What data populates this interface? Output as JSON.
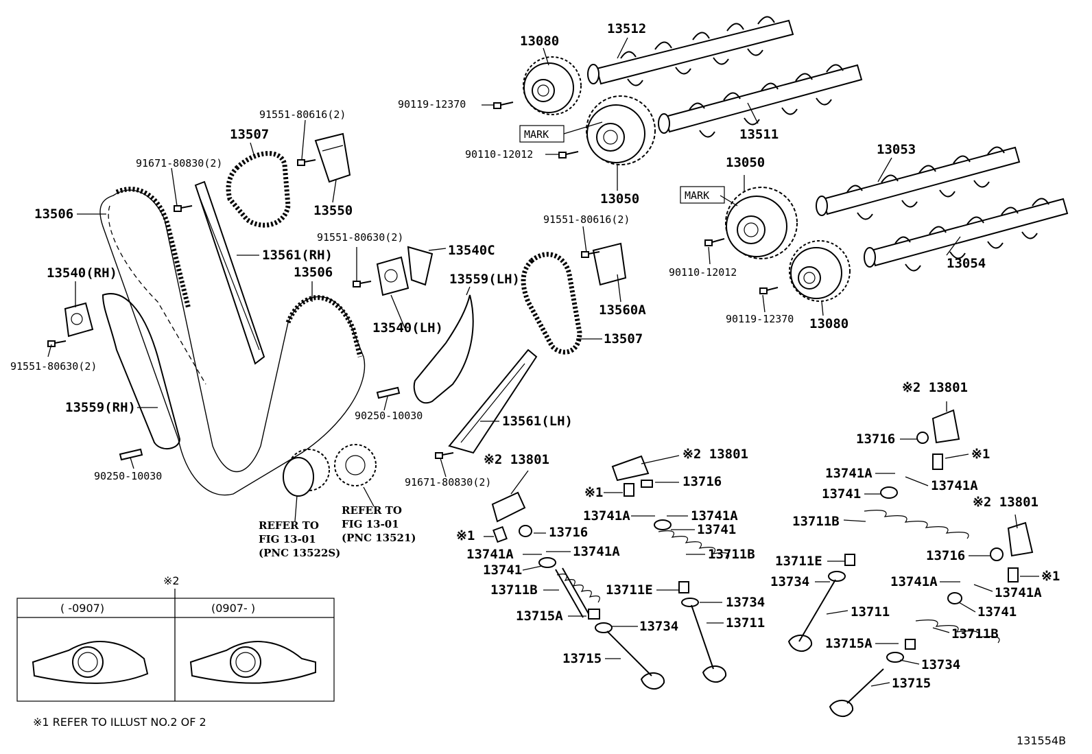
{
  "callouts": {
    "c13080a": "13080",
    "c13512": "13512",
    "c90119a": "90119-12370",
    "mark1": "MARK",
    "c13511": "13511",
    "c90110a": "90110-12012",
    "c13050a": "13050",
    "c91551a": "91551-80616(2)",
    "c13507a": "13507",
    "c91671a": "91671-80830(2)",
    "c13550": "13550",
    "c13506a": "13506",
    "c13561rh": "13561(RH)",
    "c91551b": "91551-80630(2)",
    "c13540c": "13540C",
    "c13506b": "13506",
    "c13540rh": "13540(RH)",
    "c91551c": "91551-80630(2)",
    "c13540lh": "13540(LH)",
    "c13559lh": "13559(LH)",
    "c91551d": "91551-80616(2)",
    "c13560a": "13560A",
    "c13507b": "13507",
    "c13559rh": "13559(RH)",
    "c90250a": "90250-10030",
    "c90250b": "90250-10030",
    "c13561lh": "13561(LH)",
    "c91671b": "91671-80830(2)",
    "c13053": "13053",
    "c13050b": "13050",
    "mark2": "MARK",
    "c90110b": "90110-12012",
    "c13054": "13054",
    "c90119b": "90119-12370",
    "c13080b": "13080",
    "x2_13801a": "※2 13801",
    "c13716a": "13716",
    "x1a": "※1",
    "c13741Aa": "13741A",
    "c13741Ab": "13741A",
    "c13741a": "13741",
    "c13711Ba": "13711B",
    "x2_13801b": "※2 13801",
    "c13711Ea": "13711E",
    "c13734a": "13734",
    "c13711a": "13711",
    "x2_13801c": "※2 13801",
    "c13716b": "13716",
    "x1b": "※1",
    "c13741Ac": "13741A",
    "c13741Ad": "13741A",
    "c13741b": "13741",
    "c13711Bb": "13711B",
    "c13716c": "13716",
    "c13741Ae": "13741A",
    "c13741Af": "13741A",
    "c13741c": "13741",
    "c13711Ec": "13711E",
    "c13734b": "13734",
    "c13711Bc": "13711B",
    "c13715Aa": "13715A",
    "c13734c": "13734",
    "c13715a": "13715",
    "x2_13801d": "※2 13801",
    "c13716d": "13716",
    "x1c": "※1",
    "c13741Ag": "13741A",
    "c13741Ah": "13741A",
    "c13741d": "13741",
    "x1d": "※1",
    "c13711b": "13711",
    "c13711Bd": "13711B",
    "c13715Ab": "13715A",
    "c13734d": "13734",
    "c13715b": "13715",
    "ref1_l1": "REFER TO",
    "ref1_l2": "FIG 13-01",
    "ref1_l3": "(PNC 13522S)",
    "ref2_l1": "REFER TO",
    "ref2_l2": "FIG 13-01",
    "ref2_l3": "(PNC 13521)"
  },
  "inset": {
    "marker": "※2",
    "col1": "(      -0907)",
    "col2": "(0907-      )"
  },
  "footnote": "※1 REFER TO ILLUST NO.2 OF 2",
  "drawing_id": "131554B"
}
